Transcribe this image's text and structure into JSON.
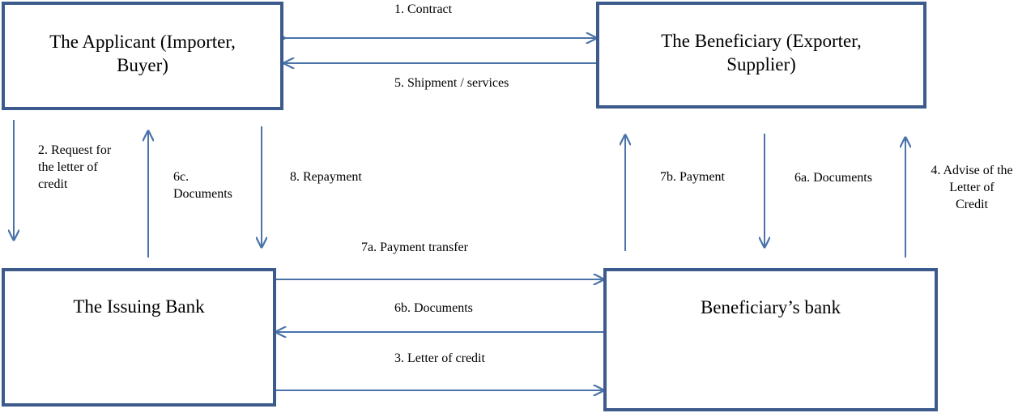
{
  "boxes": {
    "applicant": {
      "line1": "The Applicant (Importer,",
      "line2": "Buyer)"
    },
    "beneficiary": {
      "line1": "The Beneficiary (Exporter,",
      "line2": "Supplier)"
    },
    "issuing_bank": {
      "line1": "The Issuing Bank"
    },
    "beneficiary_bank": {
      "line1": "Beneficiary’s bank"
    }
  },
  "steps": {
    "s1": "1. Contract",
    "s2": [
      "2. Request for",
      "the letter of",
      "credit"
    ],
    "s3": "3. Letter of credit",
    "s4": [
      "4. Advise of the",
      "Letter of",
      "Credit"
    ],
    "s5": "5. Shipment / services",
    "s6a": "6a. Documents",
    "s6b": "6b. Documents",
    "s6c": [
      "6c.",
      "Documents"
    ],
    "s7a": "7a. Payment transfer",
    "s7b": "7b. Payment",
    "s8": "8. Repayment"
  },
  "colors": {
    "box_border": "#3c5a8c",
    "arrow": "#4a73aa"
  }
}
